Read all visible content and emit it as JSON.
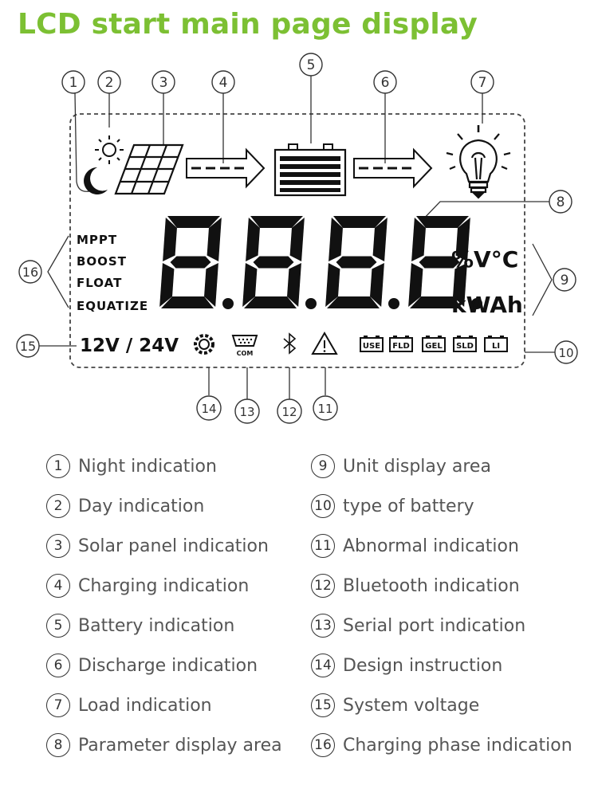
{
  "title": "LCD start main page display",
  "callouts": [
    "1",
    "2",
    "3",
    "4",
    "5",
    "6",
    "7",
    "8",
    "9",
    "10",
    "11",
    "12",
    "13",
    "14",
    "15",
    "16"
  ],
  "phases": [
    "MPPT",
    "BOOST",
    "FLOAT",
    "EQUATIZE"
  ],
  "display": {
    "digits": "8.8.8.8.",
    "unit_top": "%V°C",
    "unit_bottom": "kWAh",
    "system_voltage": "12V / 24V",
    "com_label": "COM",
    "battery_types": [
      "USE",
      "FLD",
      "GEL",
      "SLD",
      "LI"
    ]
  },
  "legend_left": [
    {
      "num": "1",
      "label": "Night indication"
    },
    {
      "num": "2",
      "label": "Day indication"
    },
    {
      "num": "3",
      "label": "Solar panel indication"
    },
    {
      "num": "4",
      "label": "Charging indication"
    },
    {
      "num": "5",
      "label": "Battery indication"
    },
    {
      "num": "6",
      "label": "Discharge indication"
    },
    {
      "num": "7",
      "label": "Load indication"
    },
    {
      "num": "8",
      "label": "Parameter display area"
    }
  ],
  "legend_right": [
    {
      "num": "9",
      "label": "Unit display area"
    },
    {
      "num": "10",
      "label": "type of battery"
    },
    {
      "num": "11",
      "label": "Abnormal indication"
    },
    {
      "num": "12",
      "label": "Bluetooth indication"
    },
    {
      "num": "13",
      "label": "Serial port indication"
    },
    {
      "num": "14",
      "label": "Design instruction"
    },
    {
      "num": "15",
      "label": "System voltage"
    },
    {
      "num": "16",
      "label": "Charging phase indication"
    }
  ],
  "colors": {
    "title": "#7cc033",
    "ink": "#111111",
    "muted": "#555555"
  }
}
